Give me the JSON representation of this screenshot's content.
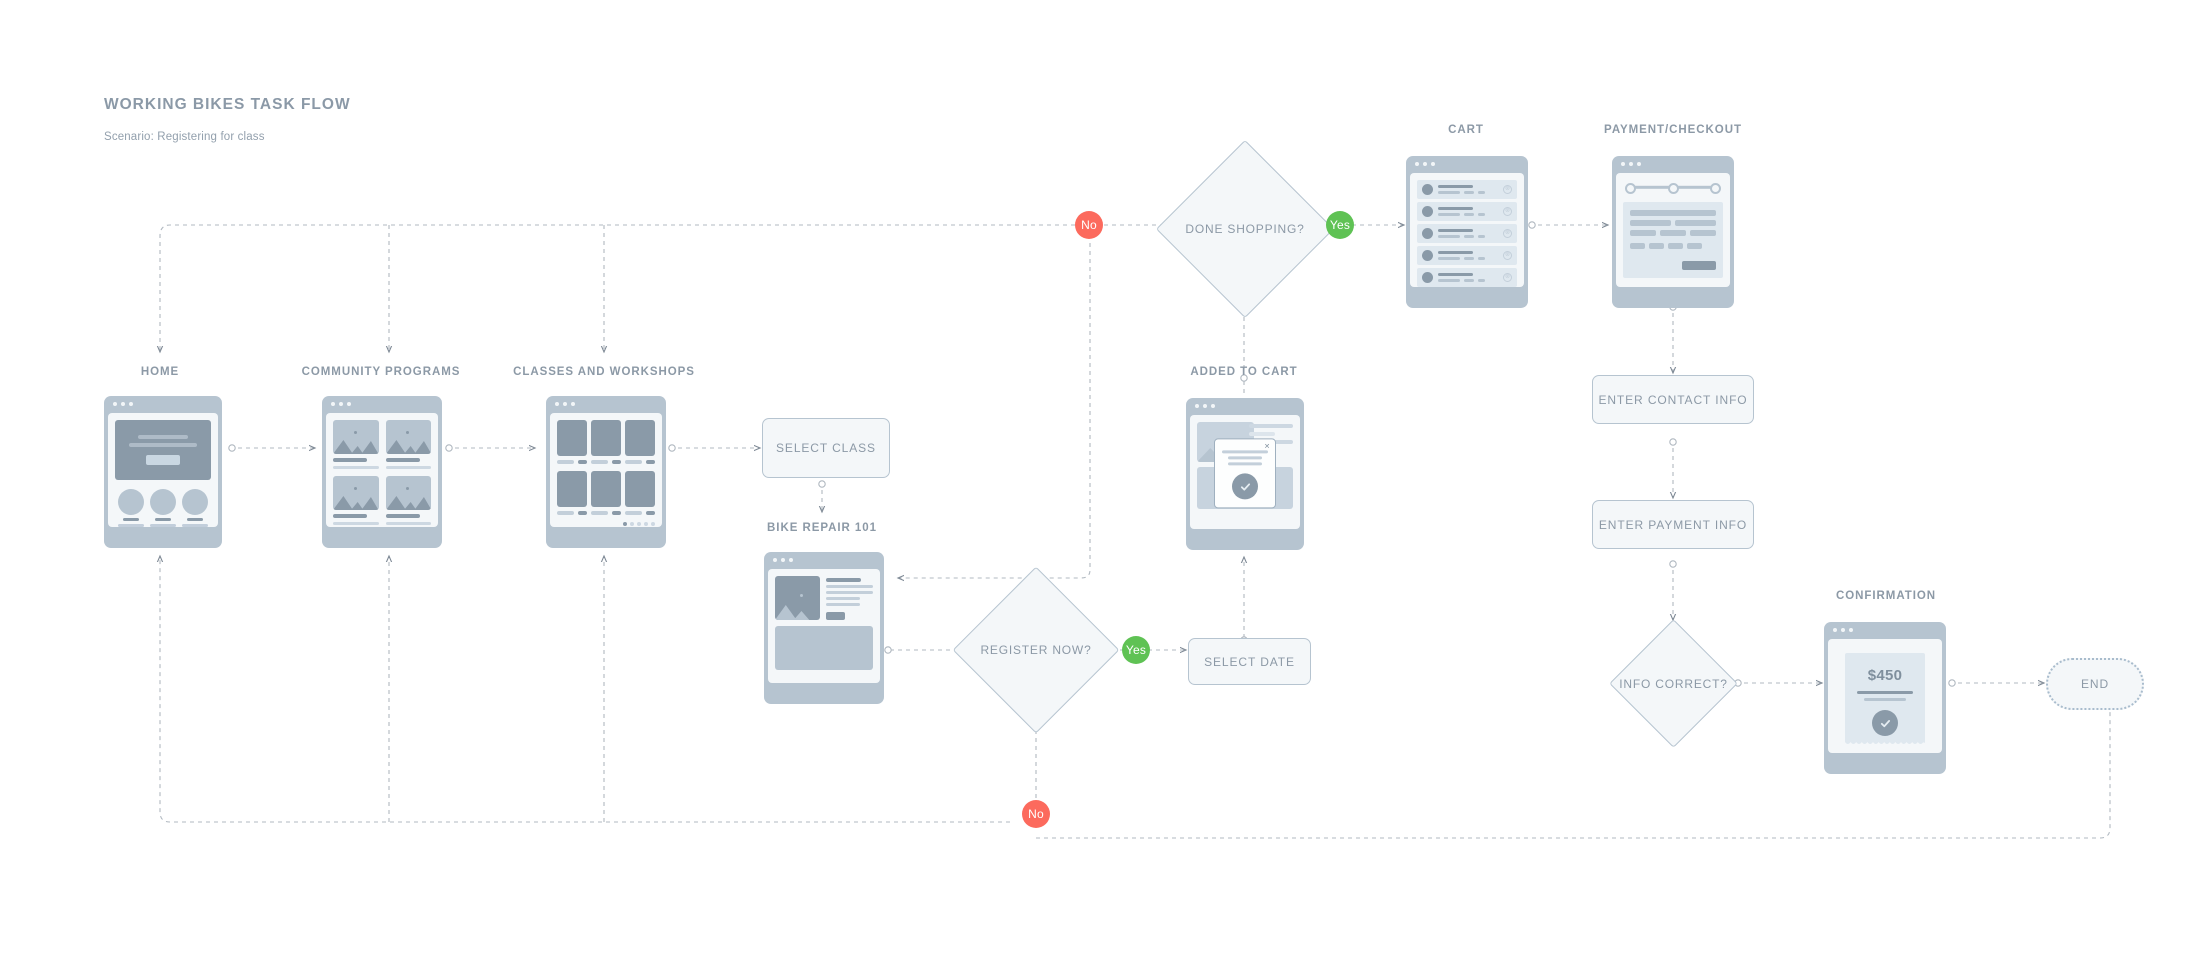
{
  "header": {
    "title": "WORKING BIKES TASK FLOW",
    "scenario": "Scenario: Registering for class"
  },
  "colors": {
    "background": "#ffffff",
    "text_muted": "#8c99a6",
    "wireframe_frame": "#b6c4d0",
    "wireframe_fill": "#f4f7f9",
    "wireframe_dark": "#8a9aa8",
    "yes_badge": "#5fc254",
    "no_badge": "#fc6a5d",
    "connector": "#b0b8c0"
  },
  "nodes": {
    "home": {
      "label": "HOME",
      "type": "screen"
    },
    "community_programs": {
      "label": "COMMUNITY PROGRAMS",
      "type": "screen"
    },
    "classes_workshops": {
      "label": "CLASSES AND WORKSHOPS",
      "type": "screen"
    },
    "select_class": {
      "label": "SELECT CLASS",
      "type": "process"
    },
    "bike_repair": {
      "label": "BIKE REPAIR 101",
      "type": "screen"
    },
    "register_now": {
      "label": "REGISTER NOW?",
      "type": "decision"
    },
    "select_date": {
      "label": "SELECT DATE",
      "type": "process"
    },
    "added_to_cart": {
      "label": "ADDED TO CART",
      "type": "screen"
    },
    "done_shopping": {
      "label": "DONE SHOPPING?",
      "type": "decision"
    },
    "cart": {
      "label": "CART",
      "type": "screen"
    },
    "payment_checkout": {
      "label": "PAYMENT/CHECKOUT",
      "type": "screen"
    },
    "enter_contact_info": {
      "label": "ENTER CONTACT INFO",
      "type": "process"
    },
    "enter_payment_info": {
      "label": "ENTER PAYMENT INFO",
      "type": "process"
    },
    "info_correct": {
      "label": "INFO CORRECT?",
      "type": "decision"
    },
    "confirmation": {
      "label": "CONFIRMATION",
      "type": "screen"
    },
    "end": {
      "label": "END",
      "type": "terminator"
    }
  },
  "badges": {
    "register_yes": "Yes",
    "register_no": "No",
    "shopping_yes": "Yes",
    "shopping_no": "No"
  },
  "confirmation_screen": {
    "amount": "$450"
  },
  "modal_close_glyph": "✕",
  "cart_remove_glyph": "⊗"
}
